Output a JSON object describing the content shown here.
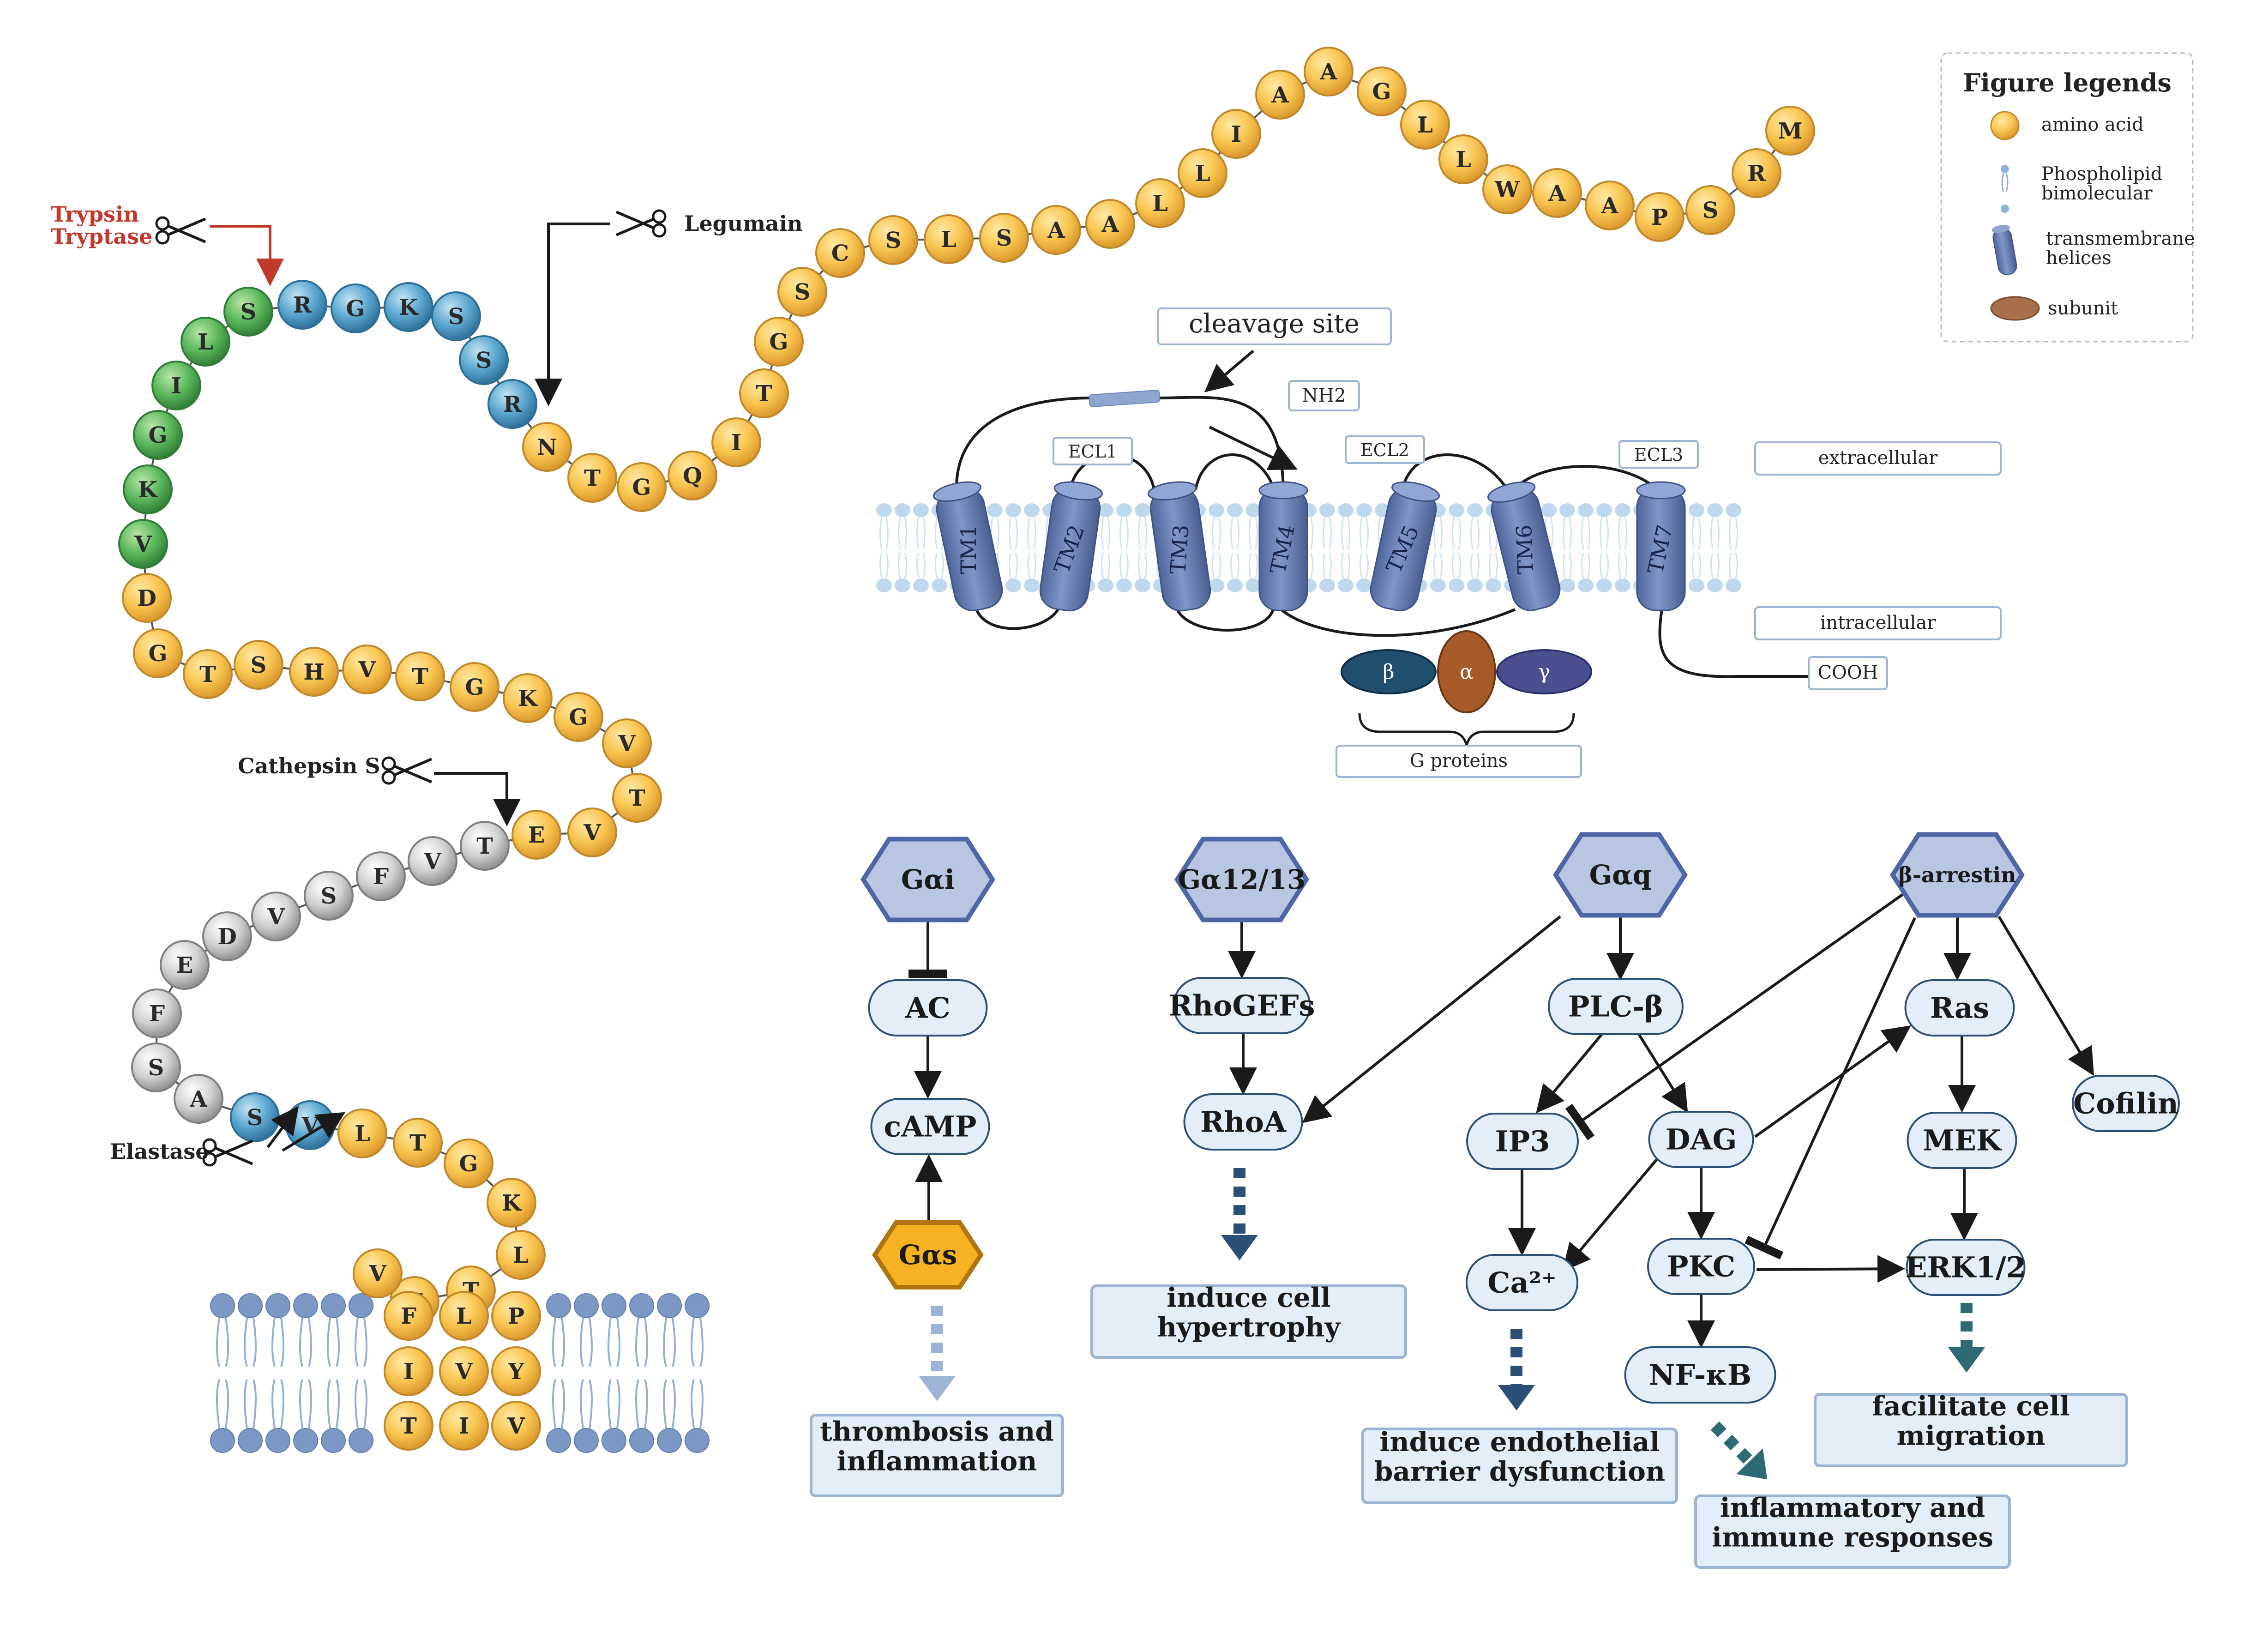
{
  "legend": {
    "title": "Figure legends",
    "items": [
      {
        "kind": "amino-acid",
        "lines": [
          "amino acid"
        ]
      },
      {
        "kind": "phospholipid",
        "lines": [
          "Phospholipid",
          "bimolecular"
        ]
      },
      {
        "kind": "helix",
        "lines": [
          "transmembrane",
          "helices"
        ]
      },
      {
        "kind": "subunit",
        "lines": [
          "subunit"
        ]
      }
    ]
  },
  "colors": {
    "residue_yellow": "#F9C550",
    "residue_green": "#5CB85C",
    "residue_blue": "#5BA7D0",
    "residue_gray": "#CCCCCC",
    "enzyme_red": "#C0392B",
    "helix": "#6F86B8",
    "node_fill": "#E3EEF8",
    "hexagon_fill": "#B8C6E2",
    "hexagon_gs": "#F0A820",
    "g_beta": "#1F4E6E",
    "g_alpha": "#A65A28",
    "g_gamma": "#4A4F90"
  },
  "enzymes": {
    "trypsin": "Trypsin",
    "tryptase": "Tryptase",
    "legumain": "Legumain",
    "cathepsin": "Cathepsin S",
    "elastase": "Elastase"
  },
  "chain": [
    {
      "letter": "M",
      "color": "yellow"
    },
    {
      "letter": "R",
      "color": "yellow"
    },
    {
      "letter": "S",
      "color": "yellow"
    },
    {
      "letter": "P",
      "color": "yellow"
    },
    {
      "letter": "A",
      "color": "yellow"
    },
    {
      "letter": "A",
      "color": "yellow"
    },
    {
      "letter": "W",
      "color": "yellow"
    },
    {
      "letter": "L",
      "color": "yellow"
    },
    {
      "letter": "L",
      "color": "yellow"
    },
    {
      "letter": "G",
      "color": "yellow"
    },
    {
      "letter": "A",
      "color": "yellow"
    },
    {
      "letter": "A",
      "color": "yellow"
    },
    {
      "letter": "I",
      "color": "yellow"
    },
    {
      "letter": "L",
      "color": "yellow"
    },
    {
      "letter": "L",
      "color": "yellow"
    },
    {
      "letter": "A",
      "color": "yellow"
    },
    {
      "letter": "A",
      "color": "yellow"
    },
    {
      "letter": "S",
      "color": "yellow"
    },
    {
      "letter": "L",
      "color": "yellow"
    },
    {
      "letter": "S",
      "color": "yellow"
    },
    {
      "letter": "C",
      "color": "yellow"
    },
    {
      "letter": "S",
      "color": "yellow"
    },
    {
      "letter": "G",
      "color": "yellow"
    },
    {
      "letter": "T",
      "color": "yellow"
    },
    {
      "letter": "I",
      "color": "yellow"
    },
    {
      "letter": "Q",
      "color": "yellow"
    },
    {
      "letter": "G",
      "color": "yellow"
    },
    {
      "letter": "T",
      "color": "yellow"
    },
    {
      "letter": "N",
      "color": "yellow"
    },
    {
      "letter": "R",
      "color": "blue"
    },
    {
      "letter": "S",
      "color": "blue"
    },
    {
      "letter": "S",
      "color": "blue"
    },
    {
      "letter": "K",
      "color": "blue"
    },
    {
      "letter": "G",
      "color": "blue"
    },
    {
      "letter": "R",
      "color": "blue"
    },
    {
      "letter": "S",
      "color": "green"
    },
    {
      "letter": "L",
      "color": "green"
    },
    {
      "letter": "I",
      "color": "green"
    },
    {
      "letter": "G",
      "color": "green"
    },
    {
      "letter": "K",
      "color": "green"
    },
    {
      "letter": "V",
      "color": "green"
    },
    {
      "letter": "D",
      "color": "yellow"
    },
    {
      "letter": "G",
      "color": "yellow"
    },
    {
      "letter": "T",
      "color": "yellow"
    },
    {
      "letter": "S",
      "color": "yellow"
    },
    {
      "letter": "H",
      "color": "yellow"
    },
    {
      "letter": "V",
      "color": "yellow"
    },
    {
      "letter": "T",
      "color": "yellow"
    },
    {
      "letter": "G",
      "color": "yellow"
    },
    {
      "letter": "K",
      "color": "yellow"
    },
    {
      "letter": "G",
      "color": "yellow"
    },
    {
      "letter": "V",
      "color": "yellow"
    },
    {
      "letter": "T",
      "color": "yellow"
    },
    {
      "letter": "V",
      "color": "yellow"
    },
    {
      "letter": "E",
      "color": "yellow"
    },
    {
      "letter": "T",
      "color": "gray"
    },
    {
      "letter": "V",
      "color": "gray"
    },
    {
      "letter": "F",
      "color": "gray"
    },
    {
      "letter": "S",
      "color": "gray"
    },
    {
      "letter": "V",
      "color": "gray"
    },
    {
      "letter": "D",
      "color": "gray"
    },
    {
      "letter": "E",
      "color": "gray"
    },
    {
      "letter": "F",
      "color": "gray"
    },
    {
      "letter": "S",
      "color": "gray"
    },
    {
      "letter": "A",
      "color": "gray"
    },
    {
      "letter": "S",
      "color": "blue"
    },
    {
      "letter": "V",
      "color": "blue"
    },
    {
      "letter": "L",
      "color": "yellow"
    },
    {
      "letter": "T",
      "color": "yellow"
    },
    {
      "letter": "G",
      "color": "yellow"
    },
    {
      "letter": "K",
      "color": "yellow"
    },
    {
      "letter": "L",
      "color": "yellow"
    },
    {
      "letter": "T",
      "color": "yellow"
    },
    {
      "letter": "T",
      "color": "yellow"
    },
    {
      "letter": "V",
      "color": "yellow"
    },
    {
      "letter": "F",
      "color": "yellow"
    },
    {
      "letter": "L",
      "color": "yellow"
    },
    {
      "letter": "P",
      "color": "yellow"
    },
    {
      "letter": "I",
      "color": "yellow"
    },
    {
      "letter": "V",
      "color": "yellow"
    },
    {
      "letter": "Y",
      "color": "yellow"
    },
    {
      "letter": "T",
      "color": "yellow"
    },
    {
      "letter": "I",
      "color": "yellow"
    },
    {
      "letter": "V",
      "color": "yellow"
    }
  ],
  "receptor": {
    "cleavage_site": "cleavage site",
    "nh2": "NH2",
    "cooh": "COOH",
    "extracellular": "extracellular",
    "intracellular": "intracellular",
    "ecl": [
      "ECL1",
      "ECL2",
      "ECL3"
    ],
    "tm": [
      "TM1",
      "TM2",
      "TM3",
      "TM4",
      "TM5",
      "TM6",
      "TM7"
    ],
    "g_subunits": [
      "β",
      "α",
      "γ"
    ],
    "g_proteins": "G proteins"
  },
  "pathway": {
    "gai": "Gαi",
    "g1213": "Gα12/13",
    "gaq": "Gαq",
    "barrestin": "β-arrestin",
    "gas": "Gαs",
    "ac": "AC",
    "camp": "cAMP",
    "rhogefs": "RhoGEFs",
    "rhoa": "RhoA",
    "plcb": "PLC-β",
    "ip3": "IP3",
    "dag": "DAG",
    "ca": "Ca²⁺",
    "pkc": "PKC",
    "nfkb": "NF-κB",
    "ras": "Ras",
    "mek": "MEK",
    "erk": "ERK1/2",
    "cofilin": "Cofilin"
  },
  "outcomes": {
    "thrombosis": [
      "thrombosis and",
      "inflammation"
    ],
    "hypertrophy": [
      "induce cell",
      "hypertrophy"
    ],
    "endothelial": [
      "induce endothelial",
      "barrier dysfunction"
    ],
    "inflammatory": [
      "inflammatory and",
      "immune responses"
    ],
    "migration": [
      "facilitate cell",
      "migration"
    ]
  }
}
